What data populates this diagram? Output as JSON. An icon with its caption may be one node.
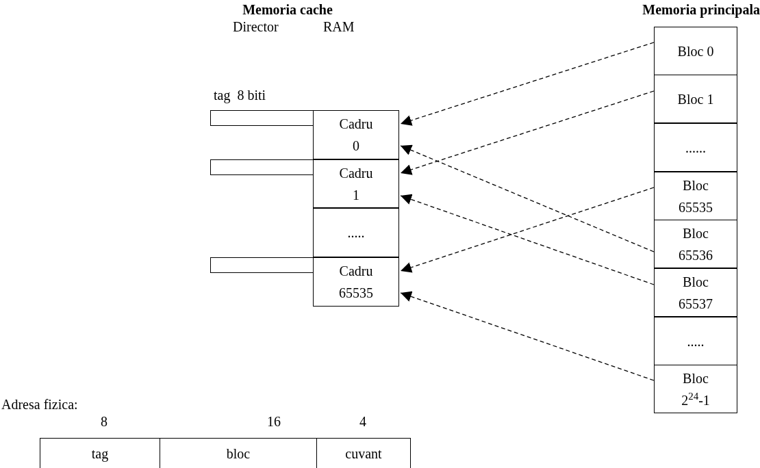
{
  "diagram": {
    "nodes": [
      {
        "text": [],
        "shape": "box"
      },
      {
        "text": [
          "Cadru 0"
        ]
      },
      {
        "text": [],
        "shape": "box"
      },
      {
        "text": [
          "Cadru 1"
        ]
      },
      {
        "text": [
          "....."
        ]
      },
      {
        "text": [],
        "shape": "box"
      },
      {
        "text": [
          "Cadru 65535"
        ]
      },
      {
        "text": [
          "Bloc 0"
        ]
      },
      {
        "text": [
          "Bloc 1"
        ]
      },
      {
        "text": [
          "......"
        ]
      },
      {
        "text": [
          "Bloc 65535"
        ]
      },
      {
        "text": [
          "Bloc 65536"
        ]
      },
      {
        "text": [
          "Bloc 65537"
        ]
      },
      {
        "text": [
          "....."
        ]
      },
      {
        "text": [
          "Bloc 2$^{24}$-1"
        ]
      },
      {
        "text": [
          "tag"
        ]
      },
      {
        "text": [
          "bloc"
        ]
      },
      {
        "text": [
          "cuvant"
        ]
      }
    ],
    "edges": [
      {
        "from": 7,
        "to": 1,
        "arrow": "to",
        "style": "dashed"
      },
      {
        "from": 8,
        "to": 3,
        "arrow": "to",
        "style": "dashed"
      },
      {
        "from": 10,
        "to": 6,
        "arrow": "to",
        "style": "dashed"
      },
      {
        "from": 11,
        "to": 1,
        "arrow": "to",
        "style": "dashed"
      },
      {
        "from": 12,
        "to": 3,
        "arrow": "to",
        "style": "dashed"
      },
      {
        "from": 14,
        "to": 6,
        "arrow": "to",
        "style": "dashed"
      }
    ],
    "labels": [
      "Memoria cache",
      "Memoria principala",
      "Director",
      "RAM",
      "tag  8 biti",
      "Adresa fizica:",
      "8",
      "16",
      "4"
    ]
  }
}
